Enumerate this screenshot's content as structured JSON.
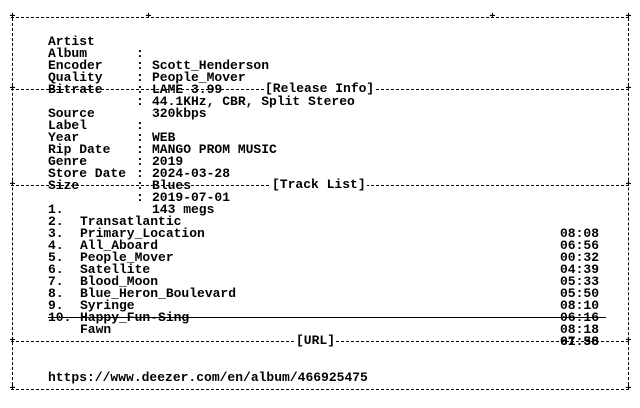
{
  "headers": {
    "release_info": "[Release Info]",
    "track_list": "[Track List]",
    "url": "[URL]"
  },
  "main_info": [
    {
      "label": "Artist",
      "value": "Scott_Henderson"
    },
    {
      "label": "Album",
      "value": "People_Mover"
    },
    {
      "label": "Encoder",
      "value": "LAME 3.99"
    },
    {
      "label": "Quality",
      "value": "44.1KHz, CBR, Split Stereo"
    },
    {
      "label": "Bitrate",
      "value": "320kbps"
    }
  ],
  "release_info": [
    {
      "label": "Source",
      "value": "WEB"
    },
    {
      "label": "Label",
      "value": "MANGO PROM MUSIC"
    },
    {
      "label": "Year",
      "value": "2019"
    },
    {
      "label": "Rip Date",
      "value": "2024-03-28"
    },
    {
      "label": "Genre",
      "value": "Blues"
    },
    {
      "label": "Store Date",
      "value": "2019-07-01"
    },
    {
      "label": "Size",
      "value": "143 megs"
    }
  ],
  "separator": ":",
  "tracks": [
    {
      "num": "1.",
      "title": "Transatlantic",
      "duration": "08:08"
    },
    {
      "num": "2.",
      "title": "Primary_Location",
      "duration": "06:56"
    },
    {
      "num": "3.",
      "title": "All_Aboard",
      "duration": "00:32"
    },
    {
      "num": "4.",
      "title": "People_Mover",
      "duration": "04:39"
    },
    {
      "num": "5.",
      "title": "Satellite",
      "duration": "05:33"
    },
    {
      "num": "6.",
      "title": "Blood_Moon",
      "duration": "05:50"
    },
    {
      "num": "7.",
      "title": "Blue_Heron_Boulevard",
      "duration": "08:10"
    },
    {
      "num": "8.",
      "title": "Syringe",
      "duration": "06:16"
    },
    {
      "num": "9.",
      "title": "Happy_Fun-Sing",
      "duration": "08:18"
    },
    {
      "num": "10.",
      "title": "Fawn",
      "duration": "07:36"
    }
  ],
  "total_duration": "61:58",
  "url": "https://www.deezer.com/en/album/466925475"
}
